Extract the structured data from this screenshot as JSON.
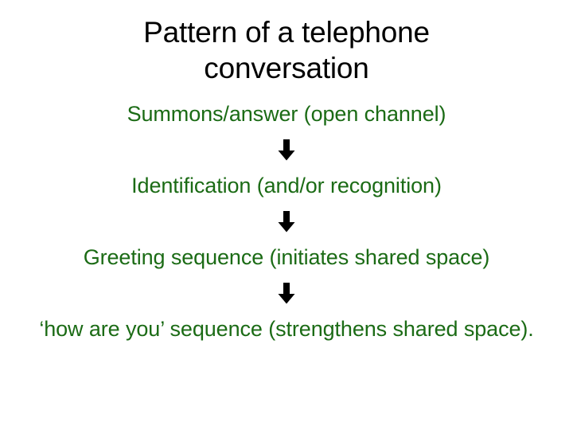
{
  "slide": {
    "background_color": "#FFFFFF",
    "title": {
      "color": "#000000",
      "lines": [
        "Pattern of a telephone",
        "conversation"
      ]
    },
    "body": {
      "text_color": "#1B6B15",
      "arrow_color": "#000000",
      "arrow_icon": "down-arrow-icon",
      "steps": [
        "Summons/answer (open channel)",
        "Identification (and/or recognition)",
        "Greeting sequence (initiates shared space)",
        "‘how are you’ sequence (strengthens shared space)."
      ]
    }
  }
}
